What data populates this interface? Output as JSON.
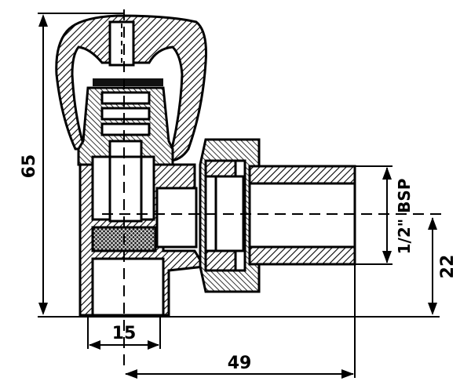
{
  "diagram": {
    "dimensions": {
      "height_total": "65",
      "inlet_width": "15",
      "offset_length": "49",
      "outlet_height": "22",
      "thread_spec": "1/2\" BSP"
    },
    "colors": {
      "line": "#000000",
      "background": "#ffffff"
    }
  }
}
